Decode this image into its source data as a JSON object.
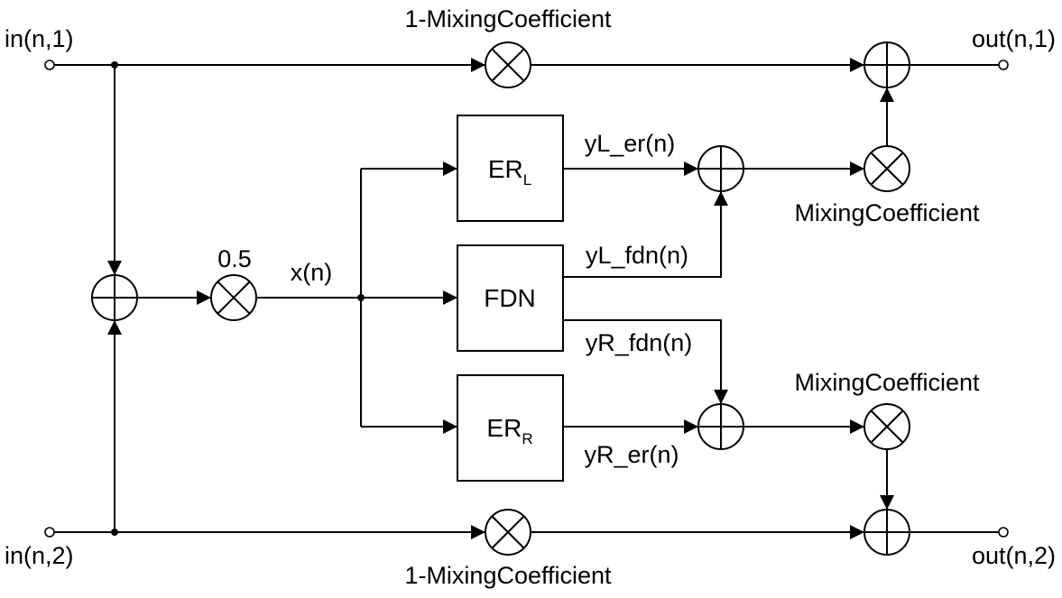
{
  "ports": {
    "in1": "in(n,1)",
    "in2": "in(n,2)",
    "out1": "out(n,1)",
    "out2": "out(n,2)"
  },
  "gains": {
    "dry_top": "1-MixingCoefficient",
    "dry_bottom": "1-MixingCoefficient",
    "wet_left": "MixingCoefficient",
    "wet_right": "MixingCoefficient",
    "half": "0.5"
  },
  "signals": {
    "x": "x(n)",
    "yL_er": "yL_er(n)",
    "yL_fdn": "yL_fdn(n)",
    "yR_fdn": "yR_fdn(n)",
    "yR_er": "yR_er(n)"
  },
  "blocks": {
    "er_l": {
      "main": "ER",
      "sub": "L"
    },
    "fdn": {
      "main": "FDN"
    },
    "er_r": {
      "main": "ER",
      "sub": "R"
    }
  }
}
